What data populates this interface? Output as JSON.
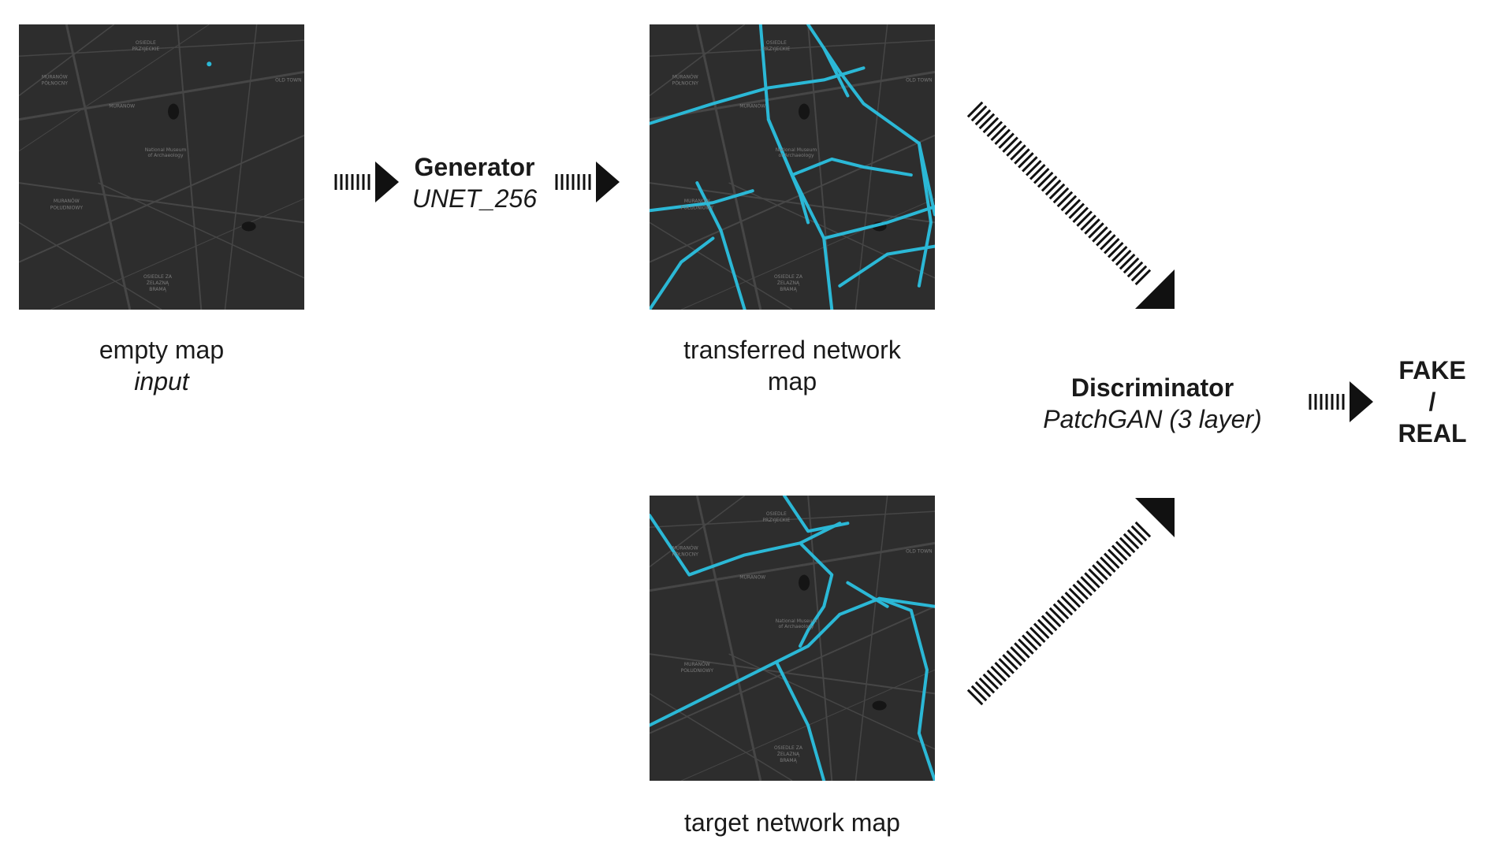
{
  "maps": {
    "empty": {
      "caption": "empty map",
      "subcaption": "input",
      "place_labels": [
        "OSIEDLE",
        "PRZYJECKIE",
        "MURANÓW",
        "PÓŁNOCNY",
        "MURANÓW",
        "MURANÓW",
        "POŁUDNIOWY",
        "OSIEDLE ZA",
        "ŻELAZNĄ",
        "BRAMĄ",
        "National Museum",
        "of Archaeology",
        "OLD TOWN"
      ]
    },
    "transferred": {
      "caption_line1": "transferred network",
      "caption_line2": "map",
      "place_labels": [
        "OSIEDLE",
        "PRZYJECKIE",
        "MURANÓW",
        "PÓŁNOCNY",
        "MURANÓW",
        "MURANÓW",
        "POŁUDNIOWY",
        "OSIEDLE ZA",
        "ŻELAZNĄ",
        "BRAMĄ",
        "National Museum",
        "of Archaeology",
        "OLD TOWN"
      ]
    },
    "target": {
      "caption": "target network map",
      "place_labels": [
        "OSIEDLE",
        "PRZYJECKIE",
        "MURANÓW",
        "PÓŁNOCNY",
        "MURANÓW",
        "MURANÓW",
        "POŁUDNIOWY",
        "OSIEDLE ZA",
        "ŻELAZNĄ",
        "BRAMĄ",
        "National Museum",
        "of Archaeology",
        "OLD TOWN"
      ]
    }
  },
  "generator": {
    "title": "Generator",
    "model": "UNET_256"
  },
  "discriminator": {
    "title": "Discriminator",
    "model": "PatchGAN (3 layer)"
  },
  "output": {
    "line1": "FAKE",
    "line2": "/",
    "line3": "REAL"
  },
  "colors": {
    "map_bg": "#2d2d2d",
    "road": "#4a4a4a",
    "network": "#2bb8d6",
    "arrow": "#111111"
  },
  "icons": [
    "dashed-arrow-icon",
    "dashed-diagonal-arrow-icon"
  ]
}
